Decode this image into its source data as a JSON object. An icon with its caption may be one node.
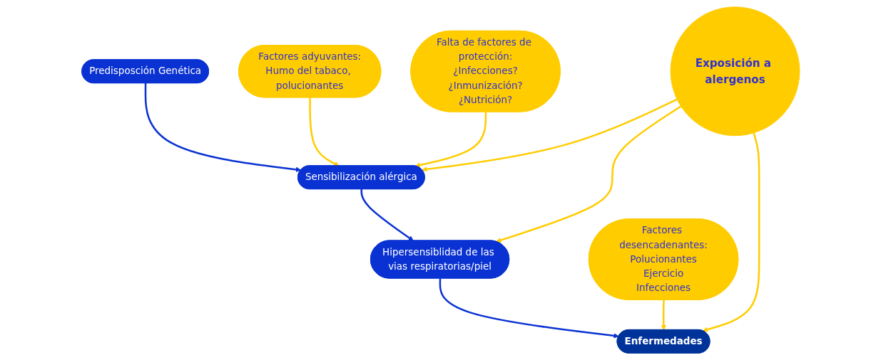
{
  "diagram": {
    "nodes": [
      {
        "text": [
          "Predisposción Genética"
        ]
      },
      {
        "text": [
          "Factores adyuvantes:",
          "Humo del tabaco, polucionantes"
        ]
      },
      {
        "text": [
          "Falta de factores de protección:",
          "¿Infecciones?",
          "¿Inmunización?",
          "¿Nutrición?"
        ]
      },
      {
        "text": [
          "Sensibilización alérgica"
        ]
      },
      {
        "text": [
          "Exposición a alergenos"
        ]
      },
      {
        "text": [
          "Hipersensiblidad de las vias respiratorias/piel"
        ]
      },
      {
        "text": [
          "Factores desencadenantes:",
          "Polucionantes",
          "Ejercicio",
          "Infecciones"
        ]
      },
      {
        "text": [
          "Enfermedades"
        ]
      }
    ],
    "edges": [
      {
        "from": 0,
        "to": 3,
        "arrow": "to",
        "color": "#0a32d2"
      },
      {
        "from": 3,
        "to": 5,
        "arrow": "to",
        "color": "#0a32d2"
      },
      {
        "from": 5,
        "to": 7,
        "arrow": "to",
        "color": "#0a32d2"
      },
      {
        "from": 1,
        "to": 3,
        "arrow": "to"
      },
      {
        "from": 2,
        "to": 3,
        "arrow": "to"
      },
      {
        "from": 4,
        "to": 3,
        "arrow": "to"
      },
      {
        "from": 4,
        "to": 5,
        "arrow": "to"
      },
      {
        "from": 6,
        "to": 7,
        "arrow": "to"
      },
      {
        "from": 4,
        "to": 7,
        "arrow": "to"
      }
    ]
  }
}
